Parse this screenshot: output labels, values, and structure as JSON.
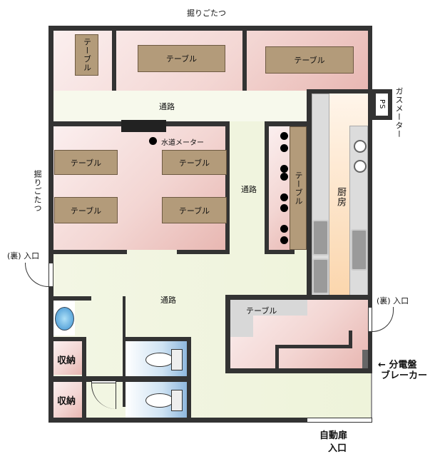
{
  "labels": {
    "horigotatsu_top": "掘りごたつ",
    "horigotatsu_left": "掘りごたつ",
    "gas_meter": "ガスメーター",
    "ps": "PS",
    "water_meter": "水道メーター",
    "kitchen": "厨房",
    "back_entrance_left": "(裏) 入口",
    "back_entrance_right": "(裏) 入口",
    "breaker_line1": "← 分電盤",
    "breaker_line2": "ブレーカー",
    "auto_door": "自動扉",
    "entrance": "入口",
    "storage_1": "収納",
    "storage_2": "収納"
  },
  "aisles": [
    "通路",
    "通路",
    "通路"
  ],
  "tables": [
    "テーブル",
    "テーブル",
    "テーブル",
    "テーブル",
    "テーブル",
    "テーブル",
    "テーブル",
    "テーブル",
    "テーブル"
  ],
  "colors": {
    "wall": "#333333",
    "table": "#b39b7a",
    "floor": "#f1f5df",
    "room": "#f3d6d3"
  }
}
